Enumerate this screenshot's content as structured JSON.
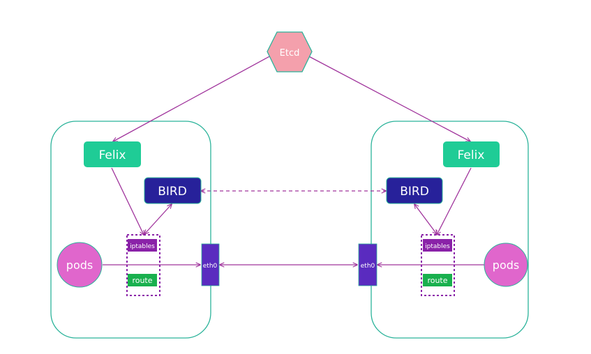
{
  "colors": {
    "node_border": "#2bb39a",
    "felix": "#1fcc96",
    "bird": "#27219a",
    "etcd": "#f4a0ac",
    "pods": "#e066cc",
    "iptables": "#8a22a8",
    "route": "#19b04e",
    "eth0": "#5a2bbf",
    "arrow": "#a0349c"
  },
  "etcd": {
    "label": "Etcd"
  },
  "nodes": [
    {
      "felix": "Felix",
      "bird": "BIRD",
      "pods": "pods",
      "iptables": "iptables",
      "route": "route",
      "eth0": "eth0"
    },
    {
      "felix": "Felix",
      "bird": "BIRD",
      "pods": "pods",
      "iptables": "iptables",
      "route": "route",
      "eth0": "eth0"
    }
  ]
}
